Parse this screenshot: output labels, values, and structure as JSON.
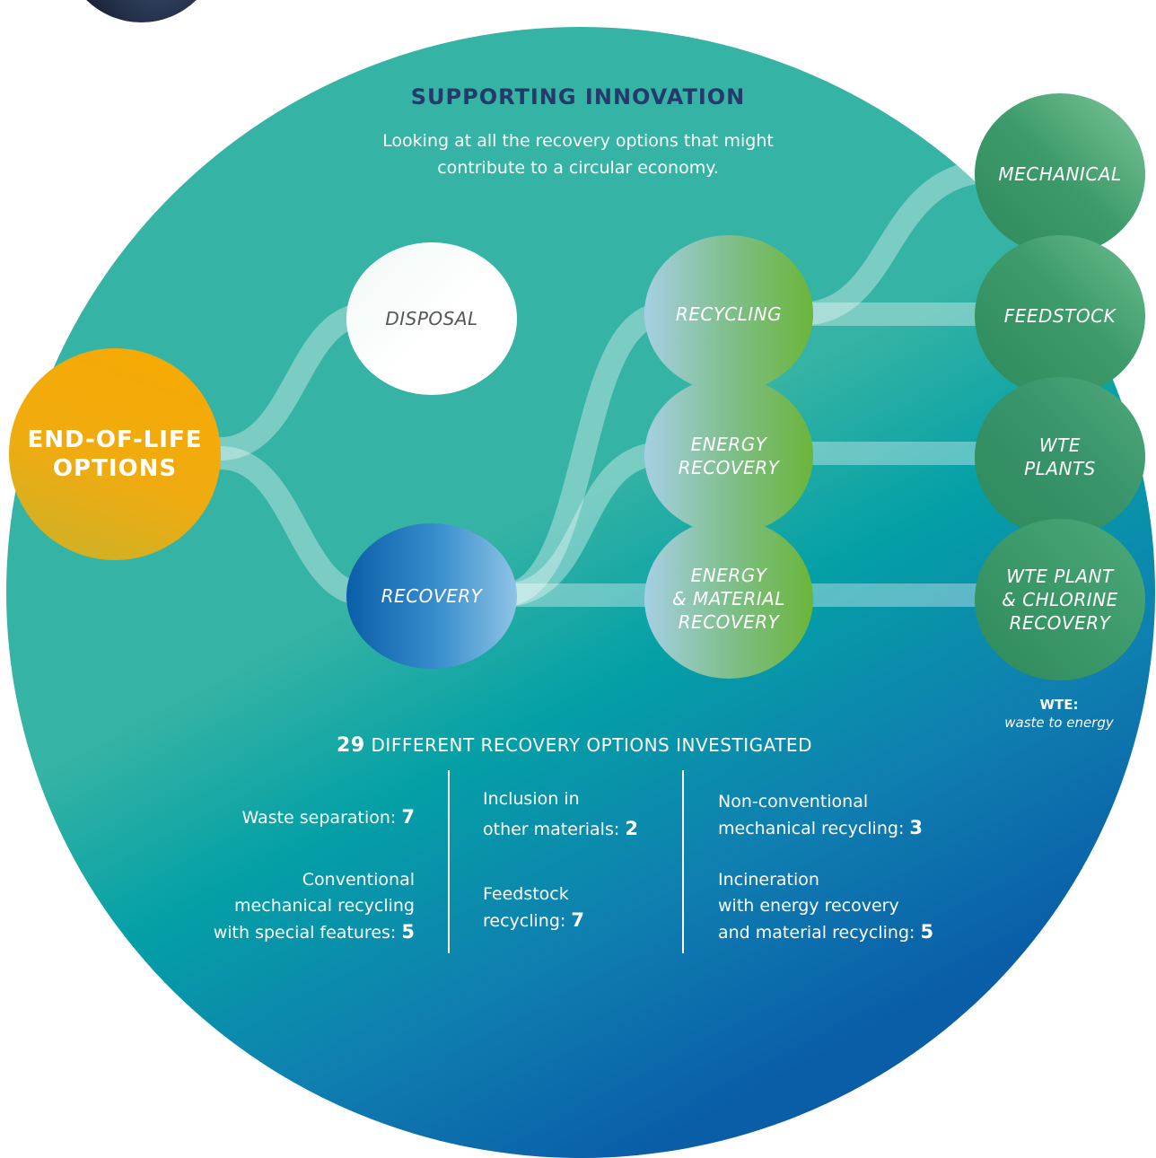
{
  "header": {
    "title": "SUPPORTING INNOVATION",
    "subtitle_line1": "Looking at all the recovery options that might",
    "subtitle_line2": "contribute to a circular economy."
  },
  "nodes": {
    "end_of_life_line1": "END-OF-LIFE",
    "end_of_life_line2": "OPTIONS",
    "disposal": "DISPOSAL",
    "recovery": "RECOVERY",
    "recycling": "RECYCLING",
    "energy_recovery_line1": "ENERGY",
    "energy_recovery_line2": "RECOVERY",
    "emr_line1": "ENERGY",
    "emr_line2": "& MATERIAL",
    "emr_line3": "RECOVERY",
    "mechanical": "MECHANICAL",
    "feedstock": "FEEDSTOCK",
    "wte_line1": "WTE",
    "wte_line2": "PLANTS",
    "wtecl_line1": "WTE PLANT",
    "wtecl_line2": "& CHLORINE",
    "wtecl_line3": "RECOVERY"
  },
  "footnote": {
    "term": "WTE:",
    "definition": "waste to energy"
  },
  "summary": {
    "count": "29",
    "label": "DIFFERENT RECOVERY OPTIONS INVESTIGATED"
  },
  "stats": {
    "waste_separation_label": "Waste separation:",
    "waste_separation_value": "7",
    "conventional_line1": "Conventional",
    "conventional_line2": "mechanical recycling",
    "conventional_line3": "with special features:",
    "conventional_value": "5",
    "inclusion_line1": "Inclusion in",
    "inclusion_line2": "other materials:",
    "inclusion_value": "2",
    "feedstock_line1": "Feedstock",
    "feedstock_line2": "recycling:",
    "feedstock_value": "7",
    "nonconv_line1": "Non-conventional",
    "nonconv_line2": "mechanical recycling:",
    "nonconv_value": "3",
    "incin_line1": "Incineration",
    "incin_line2": "with energy recovery",
    "incin_line3": "and material recycling:",
    "incin_value": "5"
  },
  "colors": {
    "teal": "#35b3a4",
    "deep_blue": "#0a5ea8",
    "orange": "#f7aa00",
    "green": "#3d9a6a",
    "navy_title": "#253a6b"
  }
}
